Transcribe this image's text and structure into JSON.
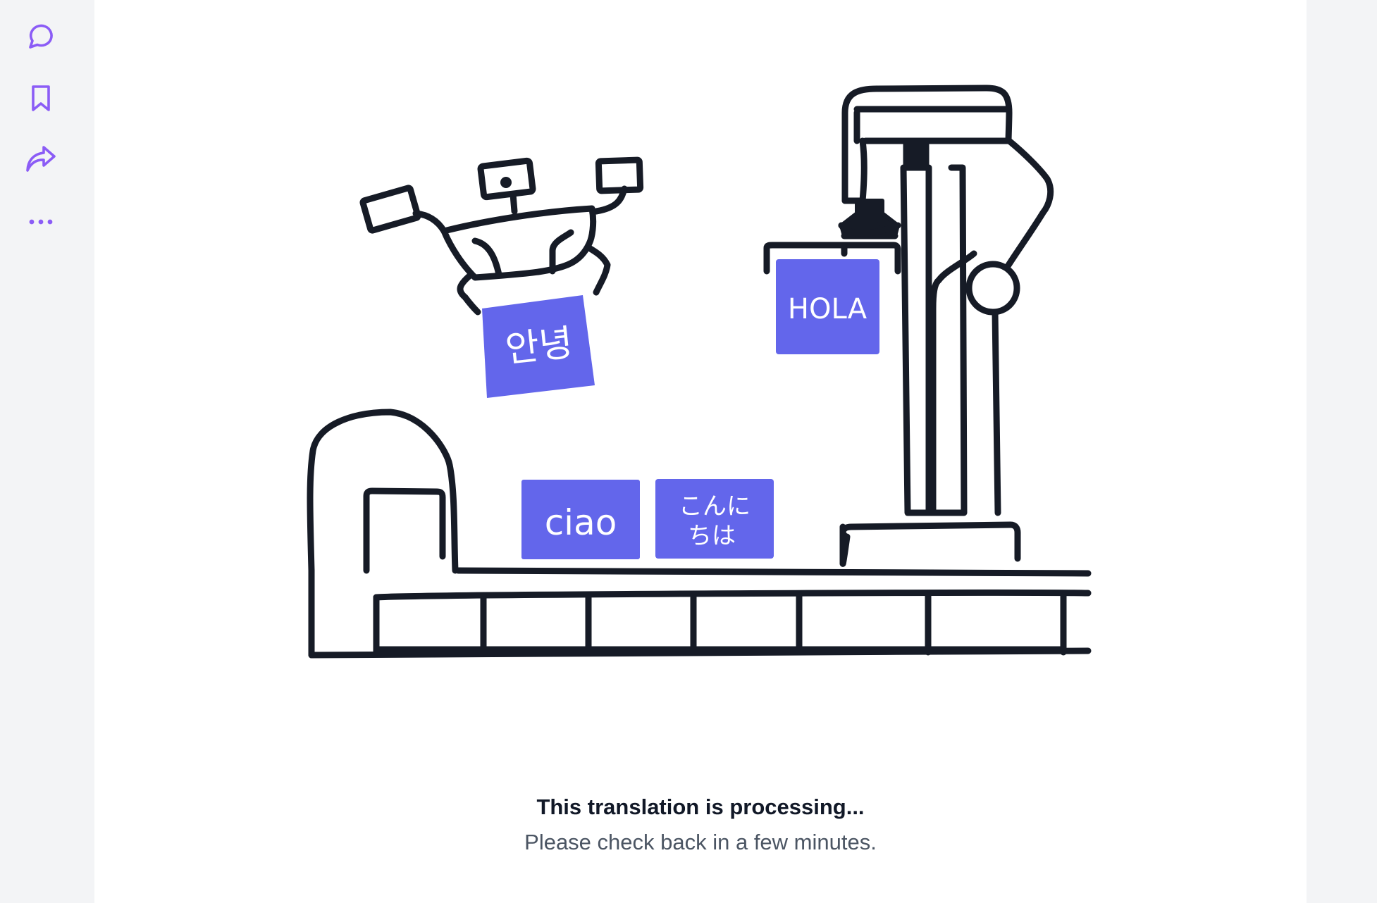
{
  "sidebar": {
    "accent_color": "#8b5cf6",
    "items": [
      {
        "icon": "comment-icon"
      },
      {
        "icon": "bookmark-icon"
      },
      {
        "icon": "share-icon"
      },
      {
        "icon": "more-icon"
      }
    ]
  },
  "illustration": {
    "box_color": "#6366eb",
    "line_color": "#161b26",
    "boxes": {
      "korean": "안녕",
      "spanish": "HOLA",
      "italian": "ciao",
      "japanese_line1": "こんに",
      "japanese_line2": "ちは"
    }
  },
  "status": {
    "title": "This translation is processing...",
    "subtitle": "Please check back in a few minutes."
  }
}
